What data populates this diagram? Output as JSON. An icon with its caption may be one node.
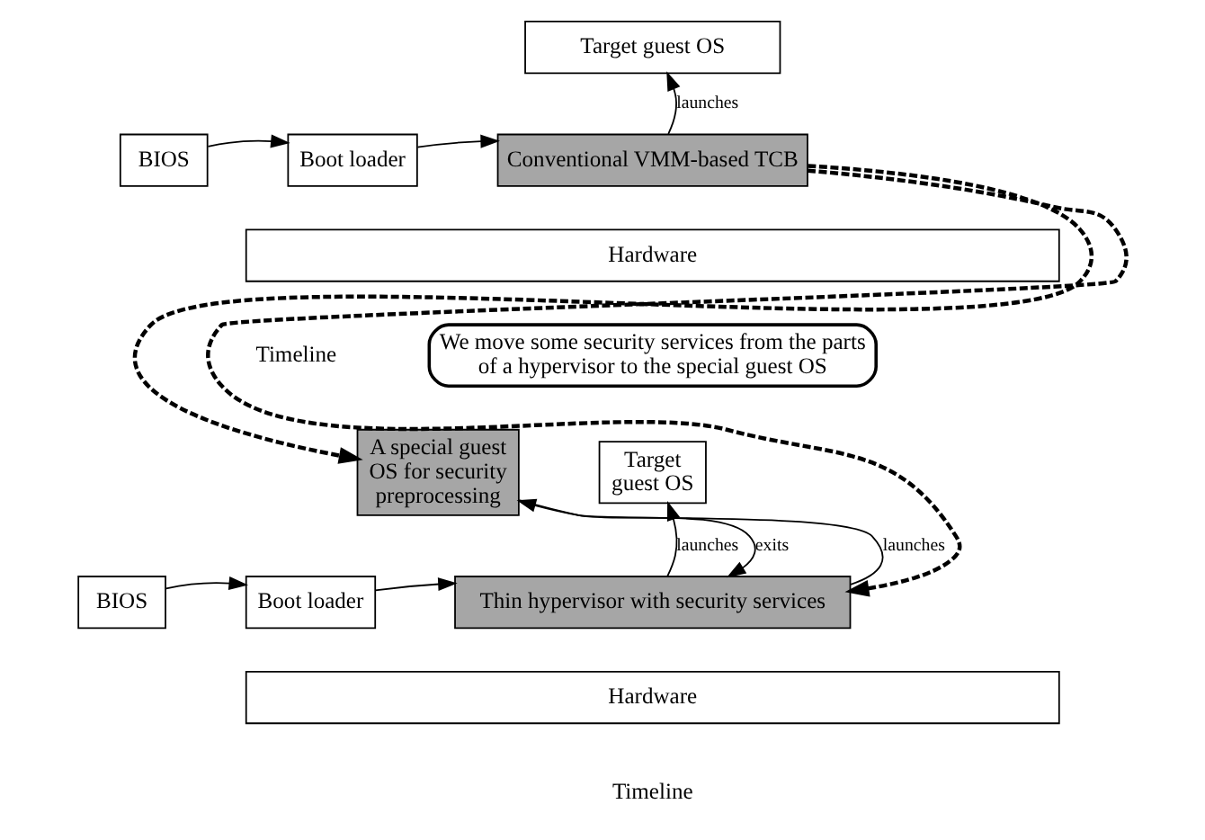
{
  "diagram": {
    "nodes": [
      {
        "text": [
          "Target guest OS"
        ]
      },
      {
        "text": [
          "BIOS"
        ]
      },
      {
        "text": [
          "Boot loader"
        ]
      },
      {
        "text": [
          "Conventional VMM-based TCB"
        ]
      },
      {
        "text": [
          "Hardware"
        ]
      },
      {
        "text": [
          "We move some security services from the parts of a hypervisor to the special guest OS"
        ]
      },
      {
        "text": [
          "A special guest OS for security preprocessing"
        ]
      },
      {
        "text": [
          "Target guest OS"
        ]
      },
      {
        "text": [
          "BIOS"
        ]
      },
      {
        "text": [
          "Boot loader"
        ]
      },
      {
        "text": [
          "Thin hypervisor with security services"
        ]
      },
      {
        "text": [
          "Hardware"
        ]
      }
    ],
    "edges": [
      {
        "from": 1,
        "to": 2,
        "arrow": "to"
      },
      {
        "from": 2,
        "to": 3,
        "arrow": "to"
      },
      {
        "from": 3,
        "to": 0,
        "arrow": "to",
        "label": "launches"
      },
      {
        "from": 3,
        "to": 6,
        "arrow": "to",
        "style": "dashed"
      },
      {
        "from": 3,
        "to": 10,
        "arrow": "to",
        "style": "dashed"
      },
      {
        "from": 8,
        "to": 9,
        "arrow": "to"
      },
      {
        "from": 9,
        "to": 10,
        "arrow": "to"
      },
      {
        "from": 10,
        "to": 6,
        "arrow": "to",
        "label": "launches"
      },
      {
        "from": 6,
        "to": 10,
        "arrow": "to",
        "label": "exits"
      },
      {
        "from": 10,
        "to": 7,
        "arrow": "to",
        "label": "launches"
      }
    ],
    "labels": [
      "Timeline",
      "Timeline"
    ]
  }
}
